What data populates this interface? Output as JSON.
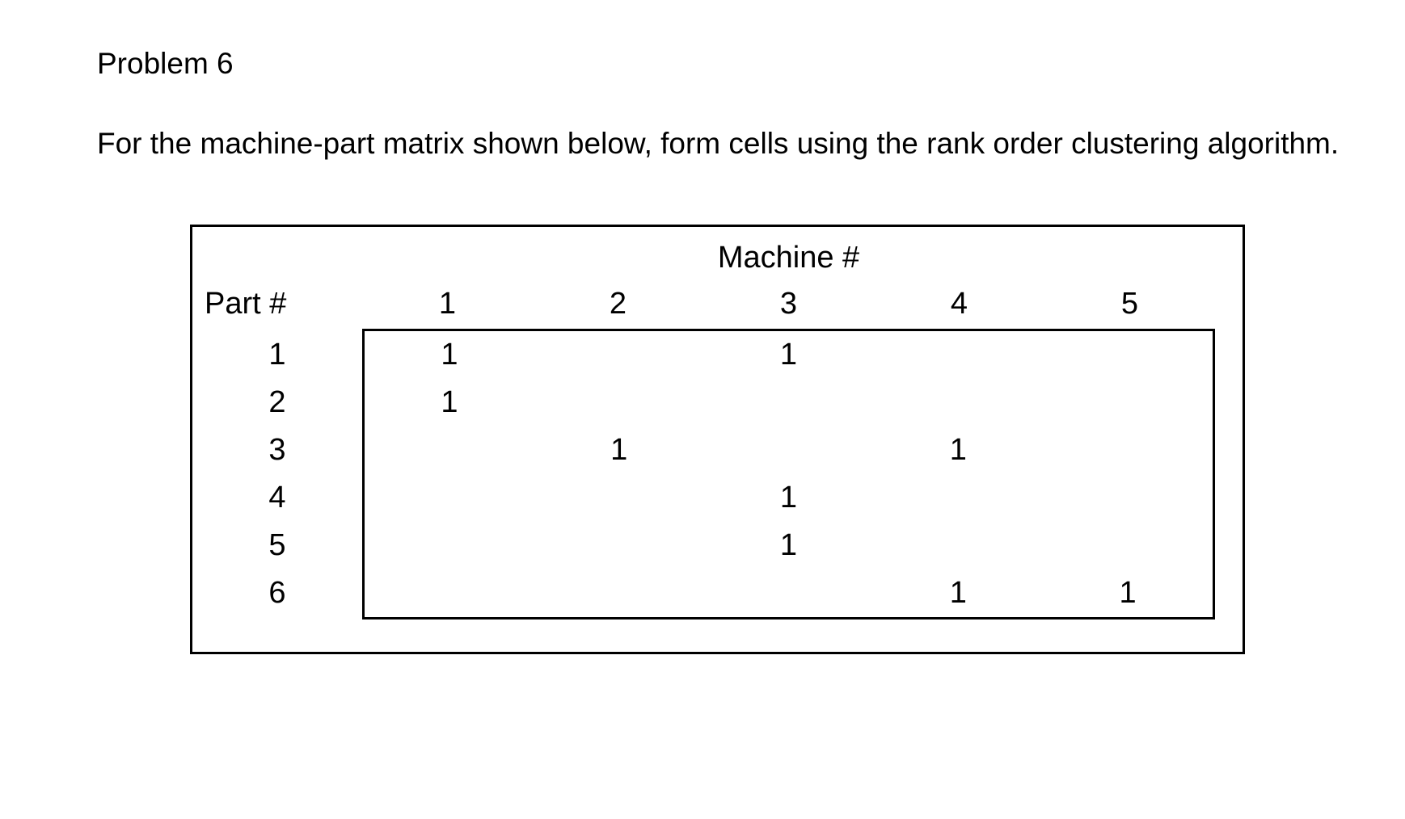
{
  "problem": {
    "title": "Problem 6",
    "description": "For the machine-part matrix shown below, form cells using the rank order clustering algorithm."
  },
  "matrix": {
    "machine_axis_label": "Machine #",
    "part_axis_label": "Part #",
    "machine_numbers": [
      "1",
      "2",
      "3",
      "4",
      "5"
    ],
    "part_numbers": [
      "1",
      "2",
      "3",
      "4",
      "5",
      "6"
    ],
    "cells": [
      [
        "1",
        "",
        "1",
        "",
        ""
      ],
      [
        "1",
        "",
        "",
        "",
        ""
      ],
      [
        "",
        "1",
        "",
        "1",
        ""
      ],
      [
        "",
        "",
        "1",
        "",
        ""
      ],
      [
        "",
        "",
        "1",
        "",
        ""
      ],
      [
        "",
        "",
        "",
        "1",
        "1"
      ]
    ]
  }
}
